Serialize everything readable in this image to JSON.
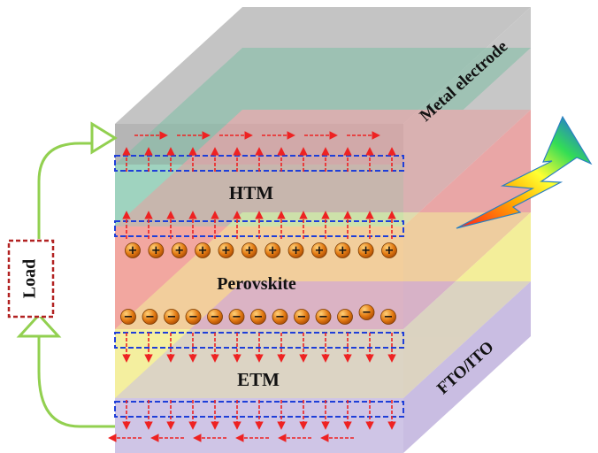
{
  "layers": {
    "metal": {
      "label": "Metal electrode",
      "color": "#7fbfa6"
    },
    "htm": {
      "label": "HTM",
      "color": "#e8a0a0"
    },
    "perovskite": {
      "label": "Perovskite",
      "color": "#f6b39a"
    },
    "etm": {
      "label": "ETM",
      "color": "#f3ee9a"
    },
    "substrate": {
      "label": "FTO/ITO",
      "color": "#c9bde2"
    }
  },
  "load": {
    "label": "Load",
    "color": "#b22222"
  },
  "charges": {
    "holes_count": 12,
    "electrons_count": 13,
    "hole_symbol": "+",
    "electron_symbol": "−"
  },
  "colors": {
    "arrow": "#ee2222",
    "dashed_box": "#1f3fd8",
    "circuit": "#92d050",
    "charge_fill": "#e37a12"
  },
  "icons": {
    "light": "lightning-bolt-icon"
  }
}
